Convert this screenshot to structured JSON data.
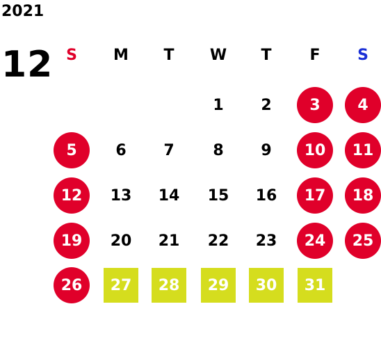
{
  "calendar": {
    "year": "2021",
    "month": "12",
    "weekday_headers": [
      {
        "label": "S",
        "color": "#e0002a"
      },
      {
        "label": "M",
        "color": "#000000"
      },
      {
        "label": "T",
        "color": "#000000"
      },
      {
        "label": "W",
        "color": "#000000"
      },
      {
        "label": "T",
        "color": "#000000"
      },
      {
        "label": "F",
        "color": "#000000"
      },
      {
        "label": "S",
        "color": "#1a2fd6"
      }
    ],
    "holiday_color": "#e0002a",
    "highlight_color": "#d5dd1e",
    "weeks": [
      [
        null,
        null,
        null,
        {
          "day": "1",
          "style": "normal"
        },
        {
          "day": "2",
          "style": "normal"
        },
        {
          "day": "3",
          "style": "holiday"
        },
        {
          "day": "4",
          "style": "holiday"
        }
      ],
      [
        {
          "day": "5",
          "style": "holiday"
        },
        {
          "day": "6",
          "style": "normal"
        },
        {
          "day": "7",
          "style": "normal"
        },
        {
          "day": "8",
          "style": "normal"
        },
        {
          "day": "9",
          "style": "normal"
        },
        {
          "day": "10",
          "style": "holiday"
        },
        {
          "day": "11",
          "style": "holiday"
        }
      ],
      [
        {
          "day": "12",
          "style": "holiday"
        },
        {
          "day": "13",
          "style": "normal"
        },
        {
          "day": "14",
          "style": "normal"
        },
        {
          "day": "15",
          "style": "normal"
        },
        {
          "day": "16",
          "style": "normal"
        },
        {
          "day": "17",
          "style": "holiday"
        },
        {
          "day": "18",
          "style": "holiday"
        }
      ],
      [
        {
          "day": "19",
          "style": "holiday"
        },
        {
          "day": "20",
          "style": "normal"
        },
        {
          "day": "21",
          "style": "normal"
        },
        {
          "day": "22",
          "style": "normal"
        },
        {
          "day": "23",
          "style": "normal"
        },
        {
          "day": "24",
          "style": "holiday"
        },
        {
          "day": "25",
          "style": "holiday"
        }
      ],
      [
        {
          "day": "26",
          "style": "holiday"
        },
        {
          "day": "27",
          "style": "highlight"
        },
        {
          "day": "28",
          "style": "highlight"
        },
        {
          "day": "29",
          "style": "highlight"
        },
        {
          "day": "30",
          "style": "highlight"
        },
        {
          "day": "31",
          "style": "highlight"
        },
        null
      ]
    ]
  }
}
